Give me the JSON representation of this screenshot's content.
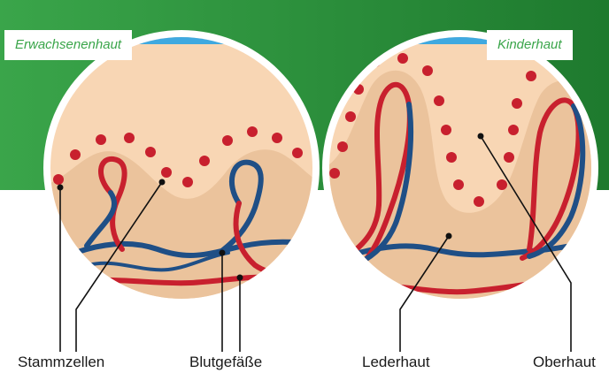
{
  "panels": {
    "left": {
      "title": "Erwachsenenhaut"
    },
    "right": {
      "title": "Kinderhaut"
    }
  },
  "labels": {
    "stem_cells": "Stammzellen",
    "blood_vessels": "Blutgefäße",
    "dermis": "Lederhaut",
    "epidermis": "Oberhaut"
  },
  "colors": {
    "green_dark": "#1e7a2e",
    "green_light": "#3aa54a",
    "sky": "#3fa9e0",
    "epidermis": "#f8d6b4",
    "dermis": "#ebc39c",
    "artery": "#c8202e",
    "vein": "#1f4f86",
    "stem_cell": "#c8202e"
  }
}
